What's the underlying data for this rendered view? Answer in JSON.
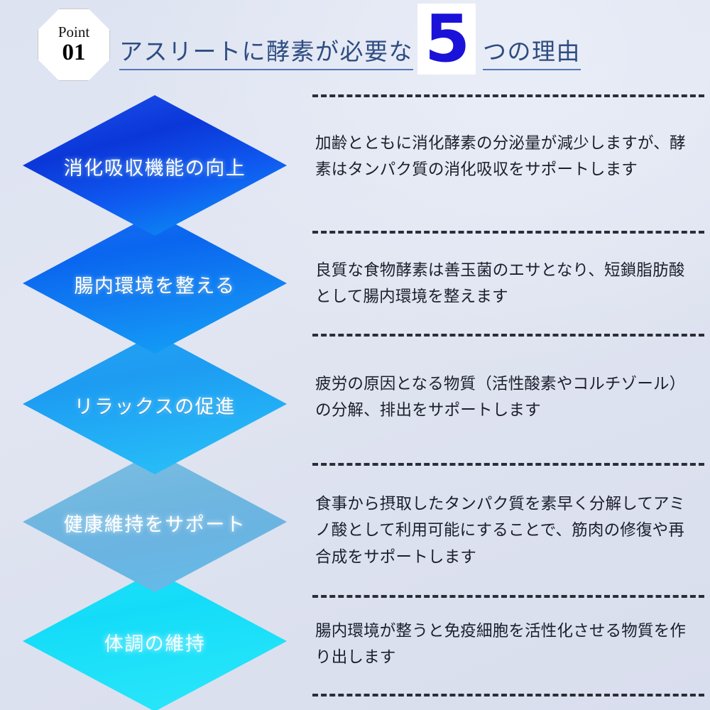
{
  "header": {
    "badge": {
      "word": "Point",
      "number": "01"
    },
    "title_before": "アスリートに酵素が必要な",
    "title_number": "5",
    "title_after": "つの理由",
    "title_color": "#2e4d82",
    "number_color": "#1a12d8"
  },
  "background_color": "#dfe4f1",
  "reasons": [
    {
      "label": "消化吸収機能の向上",
      "description": "加齢とともに消化酵素の分泌量が減少しますが、酵素はタンパク質の消化吸収をサポートします",
      "color": "#0b37d8"
    },
    {
      "label": "腸内環境を整える",
      "description": "良質な食物酵素は善玉菌のエサとなり、短鎖脂肪酸として腸内環境を整えます",
      "color": "#0a66ef"
    },
    {
      "label": "リラックスの促進",
      "description": "疲労の原因となる物質（活性酸素やコルチゾール）の分解、排出をサポートします",
      "color": "#1d9cf2"
    },
    {
      "label": "健康維持をサポート",
      "description": "食事から摂取したタンパク質を素早く分解してアミノ酸として利用可能にすることで、筋肉の修復や再合成をサポートします",
      "color": "#72b8e0"
    },
    {
      "label": "体調の維持",
      "description": "腸内環境が整うと免疫細胞を活性化させる物質を作り出します",
      "color": "#14dcf8"
    }
  ]
}
